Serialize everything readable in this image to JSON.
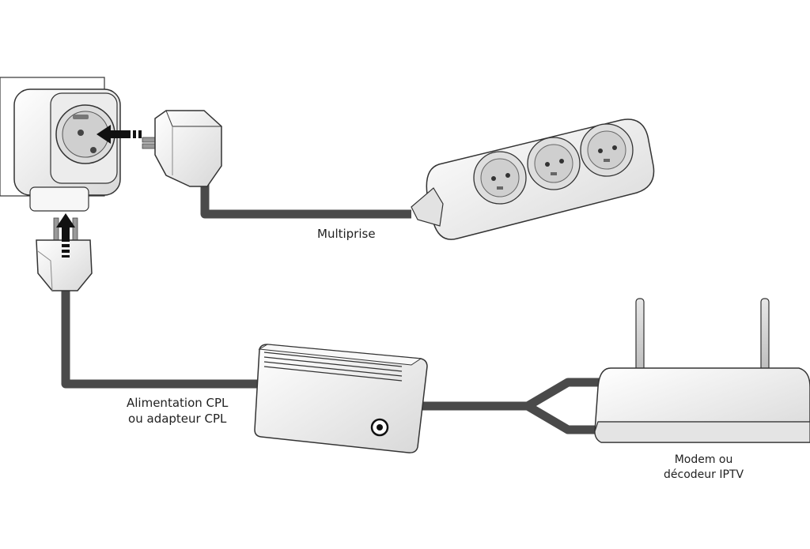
{
  "labels": {
    "multiprise": "Multiprise",
    "alimentation_line1": "Alimentation CPL",
    "alimentation_line2": "ou adapteur CPL",
    "modem_line1": "Modem ou",
    "modem_line2": "décodeur IPTV"
  },
  "colors": {
    "cable": "#4a4a4a",
    "device_fill": "#f2f2f2",
    "outline": "#333333"
  }
}
